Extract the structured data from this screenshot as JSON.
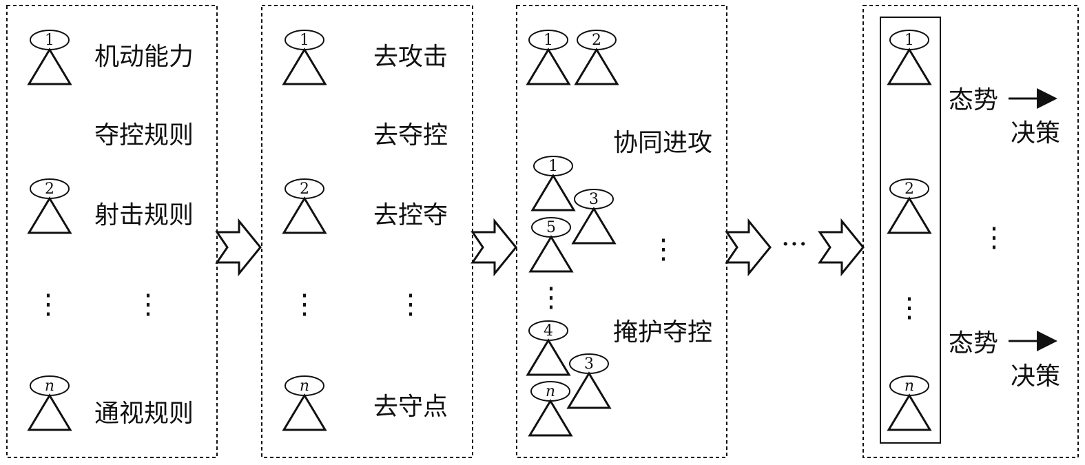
{
  "colors": {
    "ink": "#111111",
    "background": "#ffffff"
  },
  "arrow_icon": "hollow-chevron-arrow",
  "ellipsis": "⋮",
  "h_ellipsis": "···",
  "stage1": {
    "agents": [
      "1",
      "2",
      "n"
    ],
    "rules": [
      "机动能力",
      "夺控规则",
      "射击规则",
      "通视规则"
    ]
  },
  "stage2": {
    "agents": [
      "1",
      "2",
      "n"
    ],
    "tasks": [
      "去攻击",
      "去夺控",
      "去控夺",
      "去守点"
    ]
  },
  "stage3": {
    "agents": [
      "1",
      "2",
      "1",
      "3",
      "5",
      "4",
      "3",
      "n"
    ],
    "groups": [
      "协同进攻",
      "掩护夺控"
    ]
  },
  "stage4": {
    "agents": [
      "1",
      "2",
      "n"
    ],
    "situations": [
      "态势",
      "态势"
    ],
    "decisions": [
      "决策",
      "决策"
    ]
  }
}
